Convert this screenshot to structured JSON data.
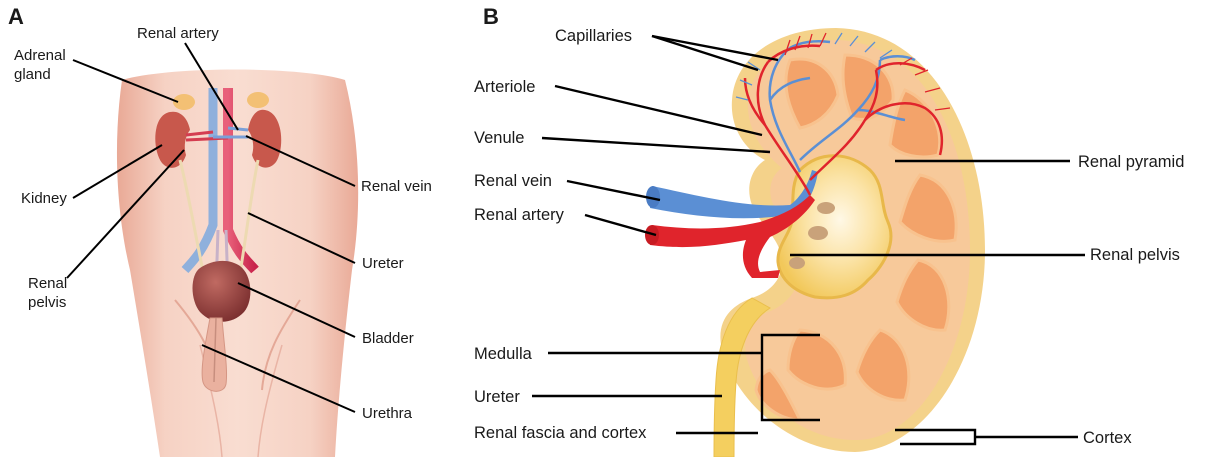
{
  "panel_a": {
    "letter": "A",
    "labels": {
      "renal_artery": "Renal artery",
      "adrenal_gland_l1": "Adrenal",
      "adrenal_gland_l2": "gland",
      "kidney": "Kidney",
      "renal_pelvis_l1": "Renal",
      "renal_pelvis_l2": "pelvis",
      "renal_vein": "Renal vein",
      "ureter": "Ureter",
      "bladder": "Bladder",
      "urethra": "Urethra"
    }
  },
  "panel_b": {
    "letter": "B",
    "labels": {
      "capillaries": "Capillaries",
      "arteriole": "Arteriole",
      "venule": "Venule",
      "renal_vein": "Renal vein",
      "renal_artery": "Renal artery",
      "renal_pyramid": "Renal pyramid",
      "renal_pelvis": "Renal pelvis",
      "medulla": "Medulla",
      "ureter": "Ureter",
      "renal_fascia_cortex": "Renal fascia and cortex",
      "cortex": "Cortex"
    }
  },
  "colors": {
    "skin": "#f3c4b4",
    "artery": "#e0242c",
    "vein": "#5b8fd4",
    "kidney_tissue": "#f6a66a",
    "capsule": "#f5d99a",
    "pelvis": "#f4cf5f",
    "bladder": "#8a3a3a"
  }
}
